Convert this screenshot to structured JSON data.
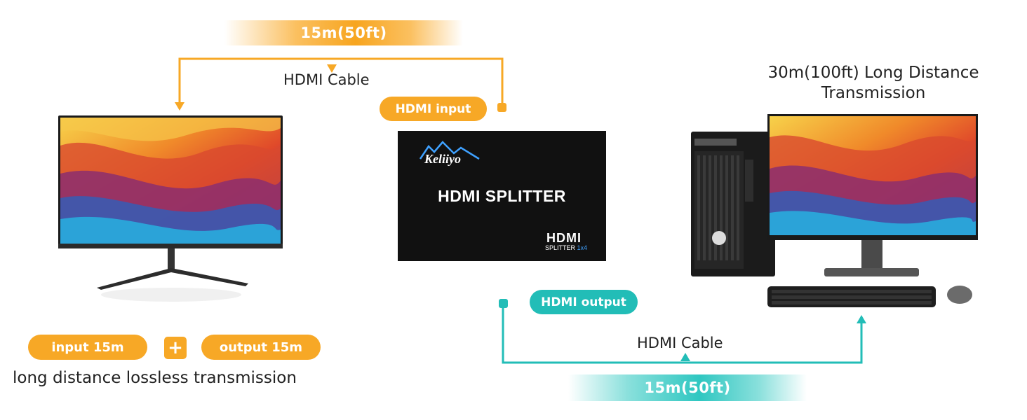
{
  "top_distance": "15m(50ft)",
  "bottom_distance": "15m(50ft)",
  "cable_top": "HDMI Cable",
  "cable_bottom": "HDMI Cable",
  "pill_input": "HDMI input",
  "pill_output": "HDMI output",
  "splitter": {
    "brand": "Keliiyo",
    "title": "HDMI SPLITTER",
    "logo": "HDMI",
    "sub_prefix": "SPLITTER ",
    "sub_suffix": "1x4"
  },
  "long_distance_line1": "30m(100ft) Long Distance",
  "long_distance_line2": "Transmission",
  "input_pill": "input 15m",
  "plus": "+",
  "output_pill": "output 15m",
  "caption": "long distance lossless transmission",
  "colors": {
    "orange": "#f7a826",
    "teal": "#22bdb7"
  }
}
